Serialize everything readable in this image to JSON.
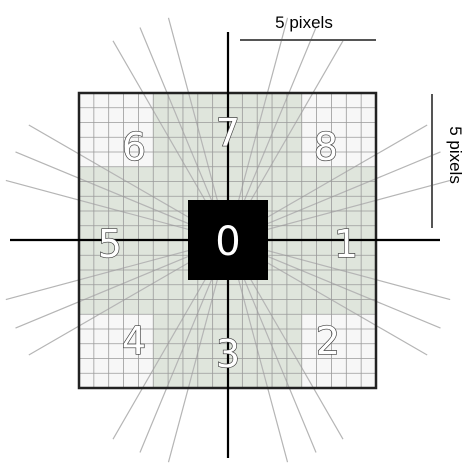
{
  "center_label": "0",
  "direction_labels": [
    "1",
    "2",
    "3",
    "4",
    "5",
    "6",
    "7",
    "8"
  ],
  "scale": {
    "horizontal_label": "5 pixels",
    "vertical_label": "5 pixels"
  },
  "colors": {
    "grid_line": "#333333",
    "cell_shade": "#dfe5dc",
    "cell_light": "#f7f7f7",
    "center_fill": "#000000",
    "ray": "#b5b5b5",
    "axis": "#000000"
  }
}
